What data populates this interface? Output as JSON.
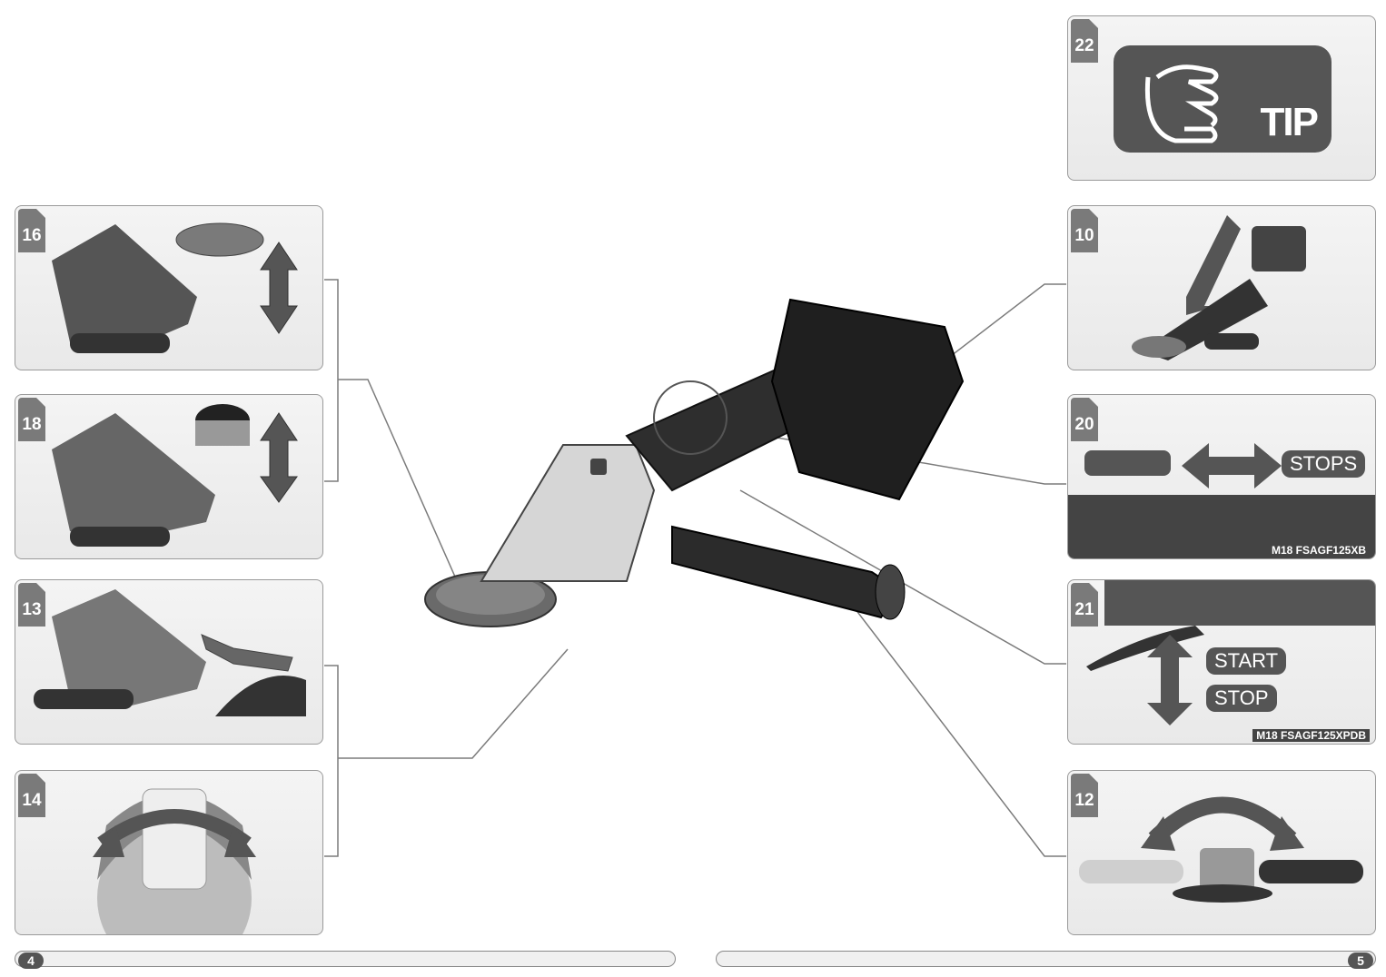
{
  "figures": [
    {
      "id": "16",
      "label": "16"
    },
    {
      "id": "18",
      "label": "18"
    },
    {
      "id": "13",
      "label": "13"
    },
    {
      "id": "14",
      "label": "14"
    },
    {
      "id": "22",
      "label": "22",
      "badge": "TIP"
    },
    {
      "id": "10",
      "label": "10"
    },
    {
      "id": "20",
      "label": "20",
      "stop_label": "STOPS",
      "model": "M18 FSAGF125XB"
    },
    {
      "id": "21",
      "label": "21",
      "start_label": "START",
      "stop_label": "STOP",
      "model": "M18 FSAGF125XPDB"
    },
    {
      "id": "12",
      "label": "12"
    }
  ],
  "footer": {
    "left_page": "4",
    "right_page": "5"
  }
}
